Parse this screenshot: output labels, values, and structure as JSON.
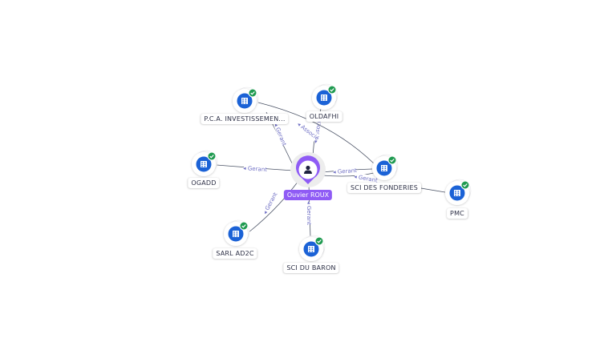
{
  "center": {
    "label": "Ouvier ROUX",
    "icon": "person-icon",
    "color": "#8f5bf5"
  },
  "companies": [
    {
      "id": "pca",
      "label": "P.C.A. INVESTISSEMEN..."
    },
    {
      "id": "oldafhi",
      "label": "OLDAFHI"
    },
    {
      "id": "ogadd",
      "label": "OGADD"
    },
    {
      "id": "sci_fonderies",
      "label": "SCI DES FONDERIES"
    },
    {
      "id": "pmc",
      "label": "PMC"
    },
    {
      "id": "sarl_ad2c",
      "label": "SARL AD2C"
    },
    {
      "id": "sci_baron",
      "label": "SCI DU BARON"
    }
  ],
  "edges": [
    {
      "from": "center",
      "to": "pca",
      "label": "Gerant"
    },
    {
      "from": "center",
      "to": "oldafhi",
      "label": "Associé"
    },
    {
      "from": "center",
      "to": "ogadd",
      "label": "Gerant"
    },
    {
      "from": "center",
      "to": "sci_fonderies",
      "label": "Gerant"
    },
    {
      "from": "center",
      "to": "sarl_ad2c",
      "label": "Gerant"
    },
    {
      "from": "center",
      "to": "sci_baron",
      "label": "Gerant"
    },
    {
      "from": "pca",
      "to": "sci_fonderies",
      "label": "Associé"
    },
    {
      "from": "sci_fonderies",
      "to": "pmc",
      "label": ""
    },
    {
      "from": "center",
      "to": "sci_fonderies",
      "label": "Gerant"
    }
  ],
  "colors": {
    "company": "#1b62d6",
    "check": "#1f9a50",
    "edge": "#4b5366",
    "edge_label": "#6f6fc4"
  }
}
